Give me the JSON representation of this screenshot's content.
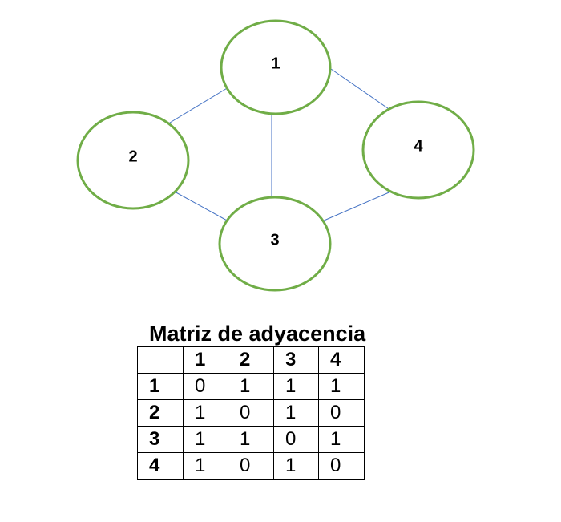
{
  "nodes": [
    {
      "id": "1",
      "label": "1"
    },
    {
      "id": "2",
      "label": "2"
    },
    {
      "id": "3",
      "label": "3"
    },
    {
      "id": "4",
      "label": "4"
    }
  ],
  "edges": [
    [
      "1",
      "2"
    ],
    [
      "1",
      "3"
    ],
    [
      "1",
      "4"
    ],
    [
      "2",
      "3"
    ],
    [
      "3",
      "4"
    ]
  ],
  "colors": {
    "node_stroke": "#70ad47",
    "edge_stroke": "#4472c4",
    "text": "#000000"
  },
  "matrix": {
    "title": "Matriz de adyacencia",
    "header": [
      "",
      "1",
      "2",
      "3",
      "4"
    ],
    "rows": [
      {
        "label": "1",
        "values": [
          "0",
          "1",
          "1",
          "1"
        ]
      },
      {
        "label": "2",
        "values": [
          "1",
          "0",
          "1",
          "0"
        ]
      },
      {
        "label": "3",
        "values": [
          "1",
          "1",
          "0",
          "1"
        ]
      },
      {
        "label": "4",
        "values": [
          "1",
          "0",
          "1",
          "0"
        ]
      }
    ]
  }
}
